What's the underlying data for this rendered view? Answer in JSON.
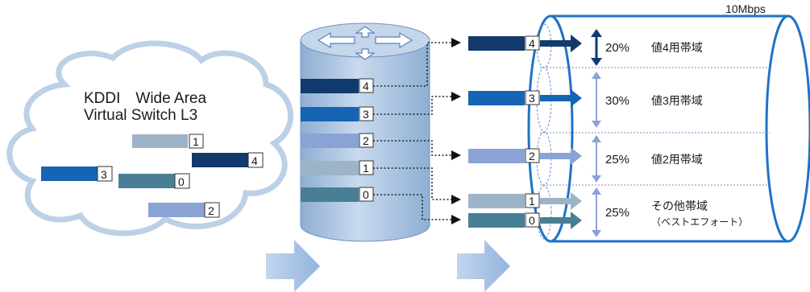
{
  "cloud": {
    "title_line1": "KDDI　Wide Area",
    "title_line2": "Virtual Switch L3",
    "packets": [
      {
        "label": "1",
        "color": "#9db3c8"
      },
      {
        "label": "4",
        "color": "#123a6c"
      },
      {
        "label": "3",
        "color": "#1565b4"
      },
      {
        "label": "0",
        "color": "#497f95"
      },
      {
        "label": "2",
        "color": "#8aa3d4"
      }
    ]
  },
  "router": {
    "queues": [
      {
        "label": "4",
        "color": "#123a6c"
      },
      {
        "label": "3",
        "color": "#1565b4"
      },
      {
        "label": "2",
        "color": "#8aa3d4"
      },
      {
        "label": "1",
        "color": "#9db3c8"
      },
      {
        "label": "0",
        "color": "#497f95"
      }
    ]
  },
  "pipe": {
    "bandwidth": "10Mbps",
    "bands": [
      {
        "packet": "4",
        "color": "#123a6c",
        "percent": "20%",
        "name": "値4用帯域",
        "sub": ""
      },
      {
        "packet": "3",
        "color": "#1565b4",
        "percent": "30%",
        "name": "値3用帯域",
        "sub": ""
      },
      {
        "packet": "2",
        "color": "#8aa3d4",
        "percent": "25%",
        "name": "値2用帯域",
        "sub": ""
      },
      {
        "packet": "1/0",
        "color": "#9db3c8",
        "percent": "25%",
        "name": "その他帯域",
        "sub": "（ベストエフォート）"
      }
    ],
    "extra_packets": [
      {
        "label": "1",
        "color": "#9db3c8"
      },
      {
        "label": "0",
        "color": "#497f95"
      }
    ]
  },
  "colors": {
    "cloud_stroke": "#bcd0e6",
    "cylinder_top": "#c4d6ea",
    "cylinder_body": "#a9c2de",
    "pipe_stroke": "#1e72c8",
    "flow_arrow": "#aac3e3",
    "band_arrow": "#6f8fc9"
  }
}
